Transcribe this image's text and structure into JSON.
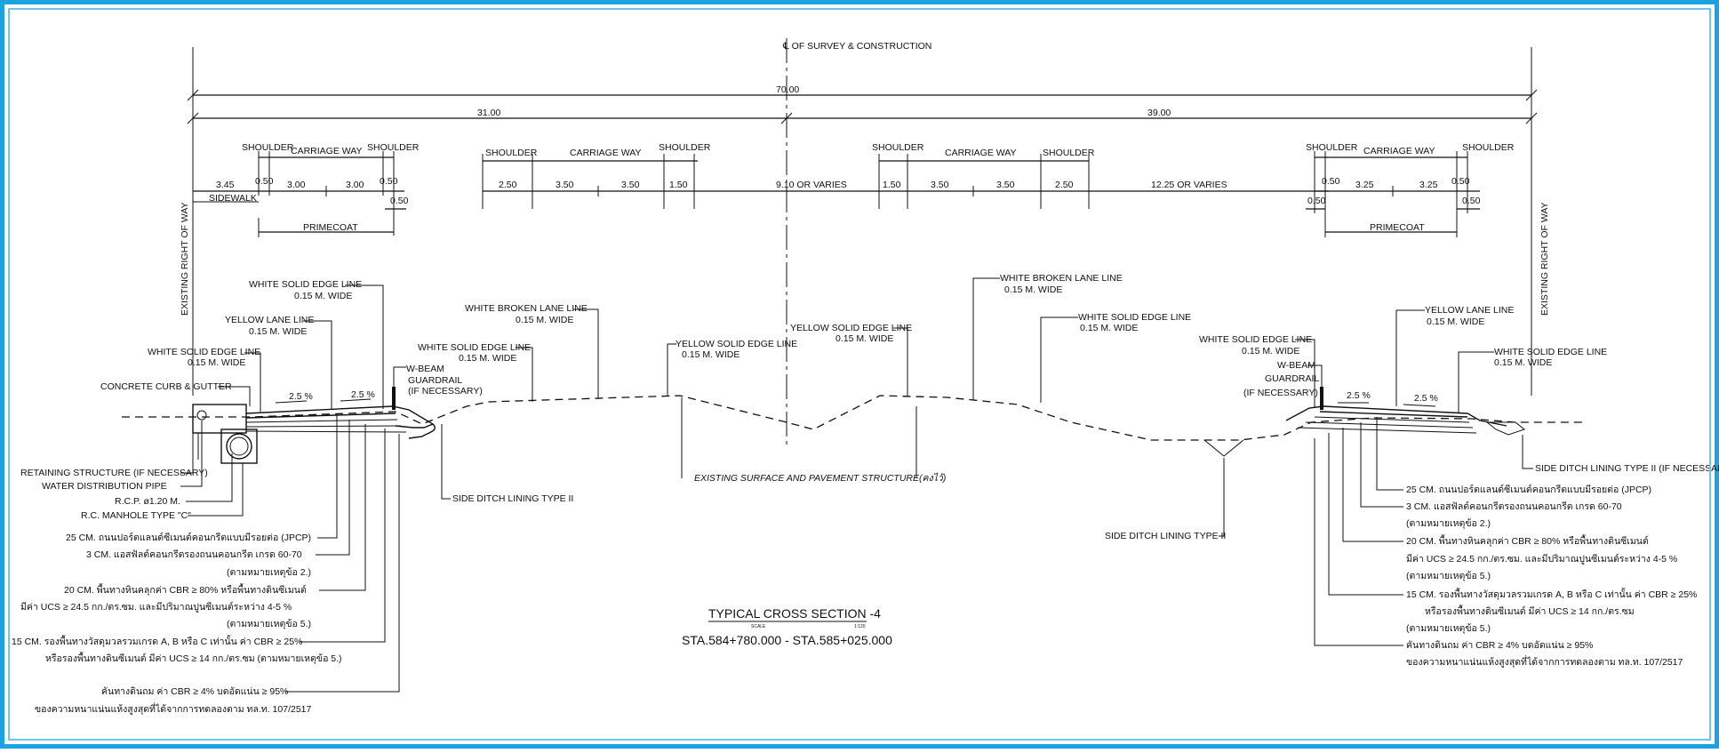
{
  "centerline_label": "℄ OF SURVEY & CONSTRUCTION",
  "overall": {
    "total": "70.00",
    "left": "31.00",
    "right": "39.00"
  },
  "left_row": {
    "shoulder1": "SHOULDER",
    "carriageway": "CARRIAGE WAY",
    "shoulder2": "SHOULDER",
    "d_sidewalk": "3.45",
    "d_sh1": "0.50",
    "d_cw1": "3.00",
    "d_cw2": "3.00",
    "d_sh2": "0.50",
    "d_sh3": "0.50",
    "sidewalk": "SIDEWALK",
    "primecoat": "PRIMECOAT"
  },
  "mid_left_row": {
    "shoulder1": "SHOULDER",
    "carriageway": "CARRIAGE WAY",
    "shoulder2": "SHOULDER",
    "d1": "2.50",
    "d2": "3.50",
    "d3": "3.50",
    "d4": "1.50"
  },
  "median": "9.10 OR VARIES",
  "mid_right_row": {
    "shoulder1": "SHOULDER",
    "carriageway": "CARRIAGE WAY",
    "shoulder2": "SHOULDER",
    "d1": "1.50",
    "d2": "3.50",
    "d3": "3.50",
    "d4": "2.50"
  },
  "gap_right": "12.25 OR VARIES",
  "right_row": {
    "shoulder1": "SHOULDER",
    "carriageway": "CARRIAGE WAY",
    "shoulder2": "SHOULDER",
    "d_sh1": "0.50",
    "d_cw1": "3.25",
    "d_cw2": "3.25",
    "d_sh2": "0.50",
    "d_sh3": "0.50",
    "d_sh4": "0.50",
    "primecoat": "PRIMECOAT"
  },
  "row_label": "EXISTING RIGHT OF WAY",
  "slope": "2.5 %",
  "labels": {
    "wsel_l1": "WHITE SOLID EDGE LINE",
    "w015_a": "0.15 M. WIDE",
    "yll_l": "YELLOW LANE LINE",
    "w015_b": "0.15 M. WIDE",
    "wsel_l2": "WHITE SOLID EDGE LINE",
    "w015_c": "0.15 M. WIDE",
    "ccg": "CONCRETE CURB & GUTTER",
    "wbeam_l": "W-BEAM",
    "guard_l1": "GUARDRAIL",
    "guard_l2": "(IF NECESSARY)",
    "wbll_l": "WHITE BROKEN LANE LINE",
    "w015_d": "0.15 M. WIDE",
    "wsel_l3": "WHITE SOLID EDGE LINE",
    "w015_e": "0.15 M. WIDE",
    "ysel_1": "YELLOW SOLID EDGE LINE",
    "w015_f": "0.15 M. WIDE",
    "ysel_2": "YELLOW SOLID EDGE LINE",
    "w015_g": "0.15 M. WIDE",
    "wbll_r": "WHITE BROKEN LANE LINE",
    "w015_h": "0.15 M. WIDE",
    "wsel_r1": "WHITE SOLID EDGE LINE",
    "w015_i": "0.15 M. WIDE",
    "wsel_r2": "WHITE SOLID EDGE LINE",
    "w015_j": "0.15 M. WIDE",
    "wbeam_r": "W-BEAM",
    "guard_r1": "GUARDRAIL",
    "guard_r2": "(IF NECESSARY)",
    "yll_r": "YELLOW LANE LINE",
    "w015_k": "0.15 M. WIDE",
    "wsel_r3": "WHITE SOLID EDGE LINE",
    "w015_l": "0.15 M. WIDE",
    "retaining": "RETAINING STRUCTURE (IF NECESSARY)",
    "water_pipe": "WATER DISTRIBUTION PIPE",
    "rcp": "R.C.P. ø1.20 M.",
    "manhole": "R.C. MANHOLE TYPE \"C\"",
    "ditch_l": "SIDE DITCH LINING TYPE II",
    "existing": "EXISTING SURFACE AND PAVEMENT STRUCTURE(คงไว้)",
    "ditch_m": "SIDE DITCH LINING TYPE II",
    "ditch_r": "SIDE DITCH LINING TYPE II (IF NECESSARY)"
  },
  "layers_left": [
    "25 CM. ถนนปอร์ตแลนด์ซีเมนต์คอนกรีตแบบมีรอยต่อ (JPCP)",
    "3 CM. แอสฟัลต์คอนกรีตรองถนนคอนกรีต เกรด 60-70",
    "(ตามหมายเหตุข้อ 2.)",
    "20 CM. พื้นทางหินคลุกค่า CBR ≥ 80% หรือพื้นทางดินซีเมนต์",
    "มีค่า UCS ≥ 24.5 กก./ตร.ซม. และมีปริมาณปูนซีเมนต์ระหว่าง 4-5 %",
    "(ตามหมายเหตุข้อ 5.)",
    "15 CM. รองพื้นทางวัสดุมวลรวมเกรด A, B หรือ C เท่านั้น ค่า CBR ≥ 25%",
    "หรือรองพื้นทางดินซีเมนต์ มีค่า UCS ≥ 14 กก./ตร.ซม (ตามหมายเหตุข้อ 5.)",
    "คันทางดินถม ค่า CBR ≥ 4% บดอัดแน่น ≥ 95%",
    "ของความหนาแน่นแห้งสูงสุดที่ได้จากการทดลองตาม ทล.ท. 107/2517"
  ],
  "layers_right": [
    "25 CM. ถนนปอร์ตแลนด์ซีเมนต์คอนกรีตแบบมีรอยต่อ (JPCP)",
    "3 CM. แอสฟัลต์คอนกรีตรองถนนคอนกรีต เกรด 60-70",
    "(ตามหมายเหตุข้อ 2.)",
    "20 CM. พื้นทางหินคลุกค่า CBR ≥ 80% หรือพื้นทางดินซีเมนต์",
    "มีค่า UCS ≥ 24.5 กก./ตร.ซม. และมีปริมาณปูนซีเมนต์ระหว่าง 4-5 %",
    "(ตามหมายเหตุข้อ 5.)",
    "15 CM. รองพื้นทางวัสดุมวลรวมเกรด A, B หรือ C เท่านั้น ค่า CBR ≥ 25%",
    "หรือรองพื้นทางดินซีเมนต์ มีค่า UCS ≥ 14 กก./ตร.ซม",
    "(ตามหมายเหตุข้อ 5.)",
    "คันทางดินถม ค่า CBR ≥ 4% บดอัดแน่น ≥ 95%",
    "ของความหนาแน่นแห้งสูงสุดที่ได้จากการทดลองตาม ทล.ท. 107/2517"
  ],
  "title": {
    "main": "TYPICAL CROSS SECTION -4",
    "scale_word": "SCALE",
    "scale_val": "1:120",
    "station": "STA.584+780.000  -  STA.585+025.000"
  }
}
